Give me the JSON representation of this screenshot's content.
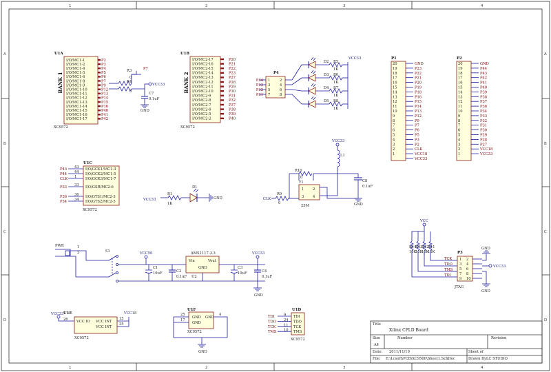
{
  "grid": {
    "cols": [
      "1",
      "2",
      "3",
      "4"
    ],
    "rows": [
      "A",
      "B",
      "C",
      "D"
    ]
  },
  "u1a": {
    "ref": "U1A",
    "part": "XC9572",
    "bank": "BANK 1",
    "pins": [
      {
        "name": "I/O/MC1-1",
        "num": "P2"
      },
      {
        "name": "I/O/MC1-2",
        "num": "P3"
      },
      {
        "name": "I/O/MC1-4",
        "num": "P4"
      },
      {
        "name": "I/O/MC1-5",
        "num": "P5"
      },
      {
        "name": "I/O/MC1-6",
        "num": "P6"
      },
      {
        "name": "I/O/MC1-8",
        "num": "P7"
      },
      {
        "name": "I/O/MC1-9",
        "num": "P9"
      },
      {
        "name": "I/O/MC1-10",
        "num": "P12"
      },
      {
        "name": "I/O/MC1-11",
        "num": "P13"
      },
      {
        "name": "I/O/MC1-12",
        "num": "P14"
      },
      {
        "name": "I/O/MC1-13",
        "num": "P15"
      },
      {
        "name": "I/O/MC1-14",
        "num": "P16"
      },
      {
        "name": "I/O/MC1-15",
        "num": "P40"
      },
      {
        "name": "I/O/MC1-16",
        "num": "P41"
      },
      {
        "name": "I/O/MC1-17",
        "num": "P42"
      }
    ]
  },
  "r3": {
    "ref": "R3",
    "val": "0",
    "net": "P7"
  },
  "r4": {
    "ref": "R4",
    "val": "0"
  },
  "c7": {
    "ref": "C7",
    "val": "0.1uF",
    "vcc": "VCC33",
    "gnd": "GND"
  },
  "u1b": {
    "ref": "U1B",
    "part": "XC9572",
    "bank": "BANK 2",
    "pins": [
      {
        "name": "I/O/MC2-17",
        "num": "P20"
      },
      {
        "name": "I/O/MC2-16",
        "num": "P21"
      },
      {
        "name": "I/O/MC2-15",
        "num": "P22"
      },
      {
        "name": "I/O/MC2-14",
        "num": "P23"
      },
      {
        "name": "I/O/MC2-13",
        "num": "P27"
      },
      {
        "name": "I/O/MC2-12",
        "num": "P28"
      },
      {
        "name": "I/O/MC2-11",
        "num": "P29"
      },
      {
        "name": "I/O/MC2-10",
        "num": "P30"
      },
      {
        "name": "I/O/MC2-9",
        "num": "P31"
      },
      {
        "name": "I/O/MC2-8",
        "num": "P32"
      },
      {
        "name": "I/O/MC2-7",
        "num": "P37"
      },
      {
        "name": "I/O/MC2-6",
        "num": "P38"
      },
      {
        "name": "I/O/MC2-5",
        "num": "P39"
      },
      {
        "name": "I/O/MC2-2",
        "num": "P40"
      }
    ]
  },
  "p4": {
    "ref": "P4",
    "nets": [
      "P34",
      "P33",
      "P32",
      "P31"
    ],
    "pins": [
      "1",
      "2",
      "3",
      "4",
      "5",
      "6",
      "7",
      "8"
    ]
  },
  "leds": {
    "vcc": "VCC33",
    "items": [
      {
        "d": "D2",
        "r": "R5",
        "v": "1K"
      },
      {
        "d": "D3",
        "r": "R6",
        "v": "1K"
      },
      {
        "d": "D4",
        "r": "R7",
        "v": "1K"
      },
      {
        "d": "D5",
        "r": "R8",
        "v": "1K"
      }
    ]
  },
  "p1": {
    "ref": "P1",
    "pins": [
      "20",
      "19",
      "18",
      "17",
      "16",
      "15",
      "14",
      "13",
      "12",
      "11",
      "10",
      "9",
      "8",
      "7",
      "6",
      "5",
      "4",
      "3",
      "2",
      "1"
    ],
    "nets": [
      "GND",
      "P23",
      "P22",
      "P21",
      "P20",
      "P19",
      "P18",
      "P16",
      "P15",
      "P14",
      "P13",
      "P12",
      "P9",
      "P7",
      "P6",
      "P5",
      "P3",
      "P2",
      "CLK",
      "VCC18",
      "VCC33"
    ]
  },
  "p2": {
    "ref": "P2",
    "pins": [
      "20",
      "19",
      "18",
      "17",
      "16",
      "15",
      "14",
      "13",
      "12",
      "11",
      "10",
      "9",
      "8",
      "7",
      "6",
      "5",
      "4",
      "3",
      "2",
      "1"
    ],
    "nets": [
      "GND",
      "P44",
      "P43",
      "P42",
      "P41",
      "P40",
      "P39",
      "P38",
      "P37",
      "P36",
      "P34",
      "P33",
      "P32",
      "P31",
      "P30",
      "P29",
      "P28",
      "P27",
      "VCC18",
      "VCC33"
    ]
  },
  "u1c": {
    "ref": "U1C",
    "part": "XC9572",
    "rows": [
      {
        "net": "P43",
        "num": "43",
        "name": "I/O/GCK1/MC1-3"
      },
      {
        "net": "P44",
        "num": "44",
        "name": "I/O/GCK2/MC1-5"
      },
      {
        "net": "CLK",
        "num": "1",
        "name": "I/O/GCK3/MC1-7"
      },
      {
        "net": "P33",
        "num": "33",
        "name": "I/O/GSR/MC2-6"
      },
      {
        "net": "P36",
        "num": "36",
        "name": "I/O/GTS1/MC2-3"
      },
      {
        "net": "P34",
        "num": "34",
        "name": "I/O/GTS2/MC2-5"
      }
    ]
  },
  "d1": {
    "ref": "D1",
    "r": "R1",
    "rv": "1K",
    "vcc": "VCC33",
    "gnd": "GND"
  },
  "osc": {
    "vcc": "VCC33",
    "l": "L1",
    "r10": "R10",
    "r10v": "0",
    "c8": "C8",
    "c8v": "0.1uF",
    "y": "Y1",
    "freq": "25M",
    "r9": "R9",
    "r9v": "0",
    "clk": "CLK",
    "pins": [
      "1",
      "2",
      "3",
      "4"
    ]
  },
  "power": {
    "pwr": "PWR",
    "sw": "S1",
    "vcc50": "VCC50",
    "vcc33": "VCC33",
    "c1": "C1",
    "c1v": "10uF",
    "c2": "C2",
    "c2v": "0.1uF",
    "reg": "AMS1117-3.3",
    "regref": "U2",
    "vin": "Vin",
    "vout": "Vout",
    "gnd": "GND",
    "c3": "C3",
    "c3v": "10uF",
    "c4": "C4",
    "c4v": "0.1uF"
  },
  "jtag": {
    "vcc": "VCC",
    "res": [
      "R14",
      "R13",
      "R12",
      "R11"
    ],
    "resv": "10K",
    "ref": "P3",
    "name": "JTAG",
    "gnd": "GND",
    "vcc33": "VCC33",
    "sigs": [
      "TCK",
      "TDO",
      "TMS",
      "TDI"
    ],
    "pinsl": [
      "1",
      "3",
      "5",
      "7",
      "9"
    ],
    "pinsr": [
      "2",
      "4",
      "6",
      "8",
      "10"
    ]
  },
  "u1e": {
    "ref": "U1E",
    "part": "XC9572",
    "vcc33": "VCC33",
    "vcc18": "VCC18",
    "pins": [
      {
        "n": "VCC IO",
        "l": "26"
      },
      {
        "n": "VCC INT",
        "r": "15"
      },
      {
        "n": "VCC INT",
        "r": "35"
      }
    ]
  },
  "u1f": {
    "ref": "U1F",
    "part": "XC9572",
    "gnd": "GND",
    "lp": [
      "25",
      "17"
    ],
    "rp": "4",
    "names": [
      "GND",
      "GND",
      "GND"
    ]
  },
  "u1d": {
    "ref": "U1D",
    "part": "XC9572",
    "rows": [
      {
        "net": "TDI",
        "num": "9"
      },
      {
        "net": "TDO",
        "num": "24"
      },
      {
        "net": "TCK",
        "num": "11"
      },
      {
        "net": "TMS",
        "num": "10"
      }
    ]
  },
  "titleblock": {
    "title_label": "Title",
    "title": "Xilinx CPLD Board",
    "size_label": "Size",
    "size": "A4",
    "number_label": "Number",
    "revision_label": "Revision",
    "date_label": "Date:",
    "date": "2011/11/19",
    "sheet_label": "Sheet of",
    "file_label": "File:",
    "file": "E:\\Lcsoft\\PCB\\XC9500\\Sheet1.SchDoc",
    "drawn_label": "Drawn By:",
    "drawn": "LC STUDIO"
  }
}
